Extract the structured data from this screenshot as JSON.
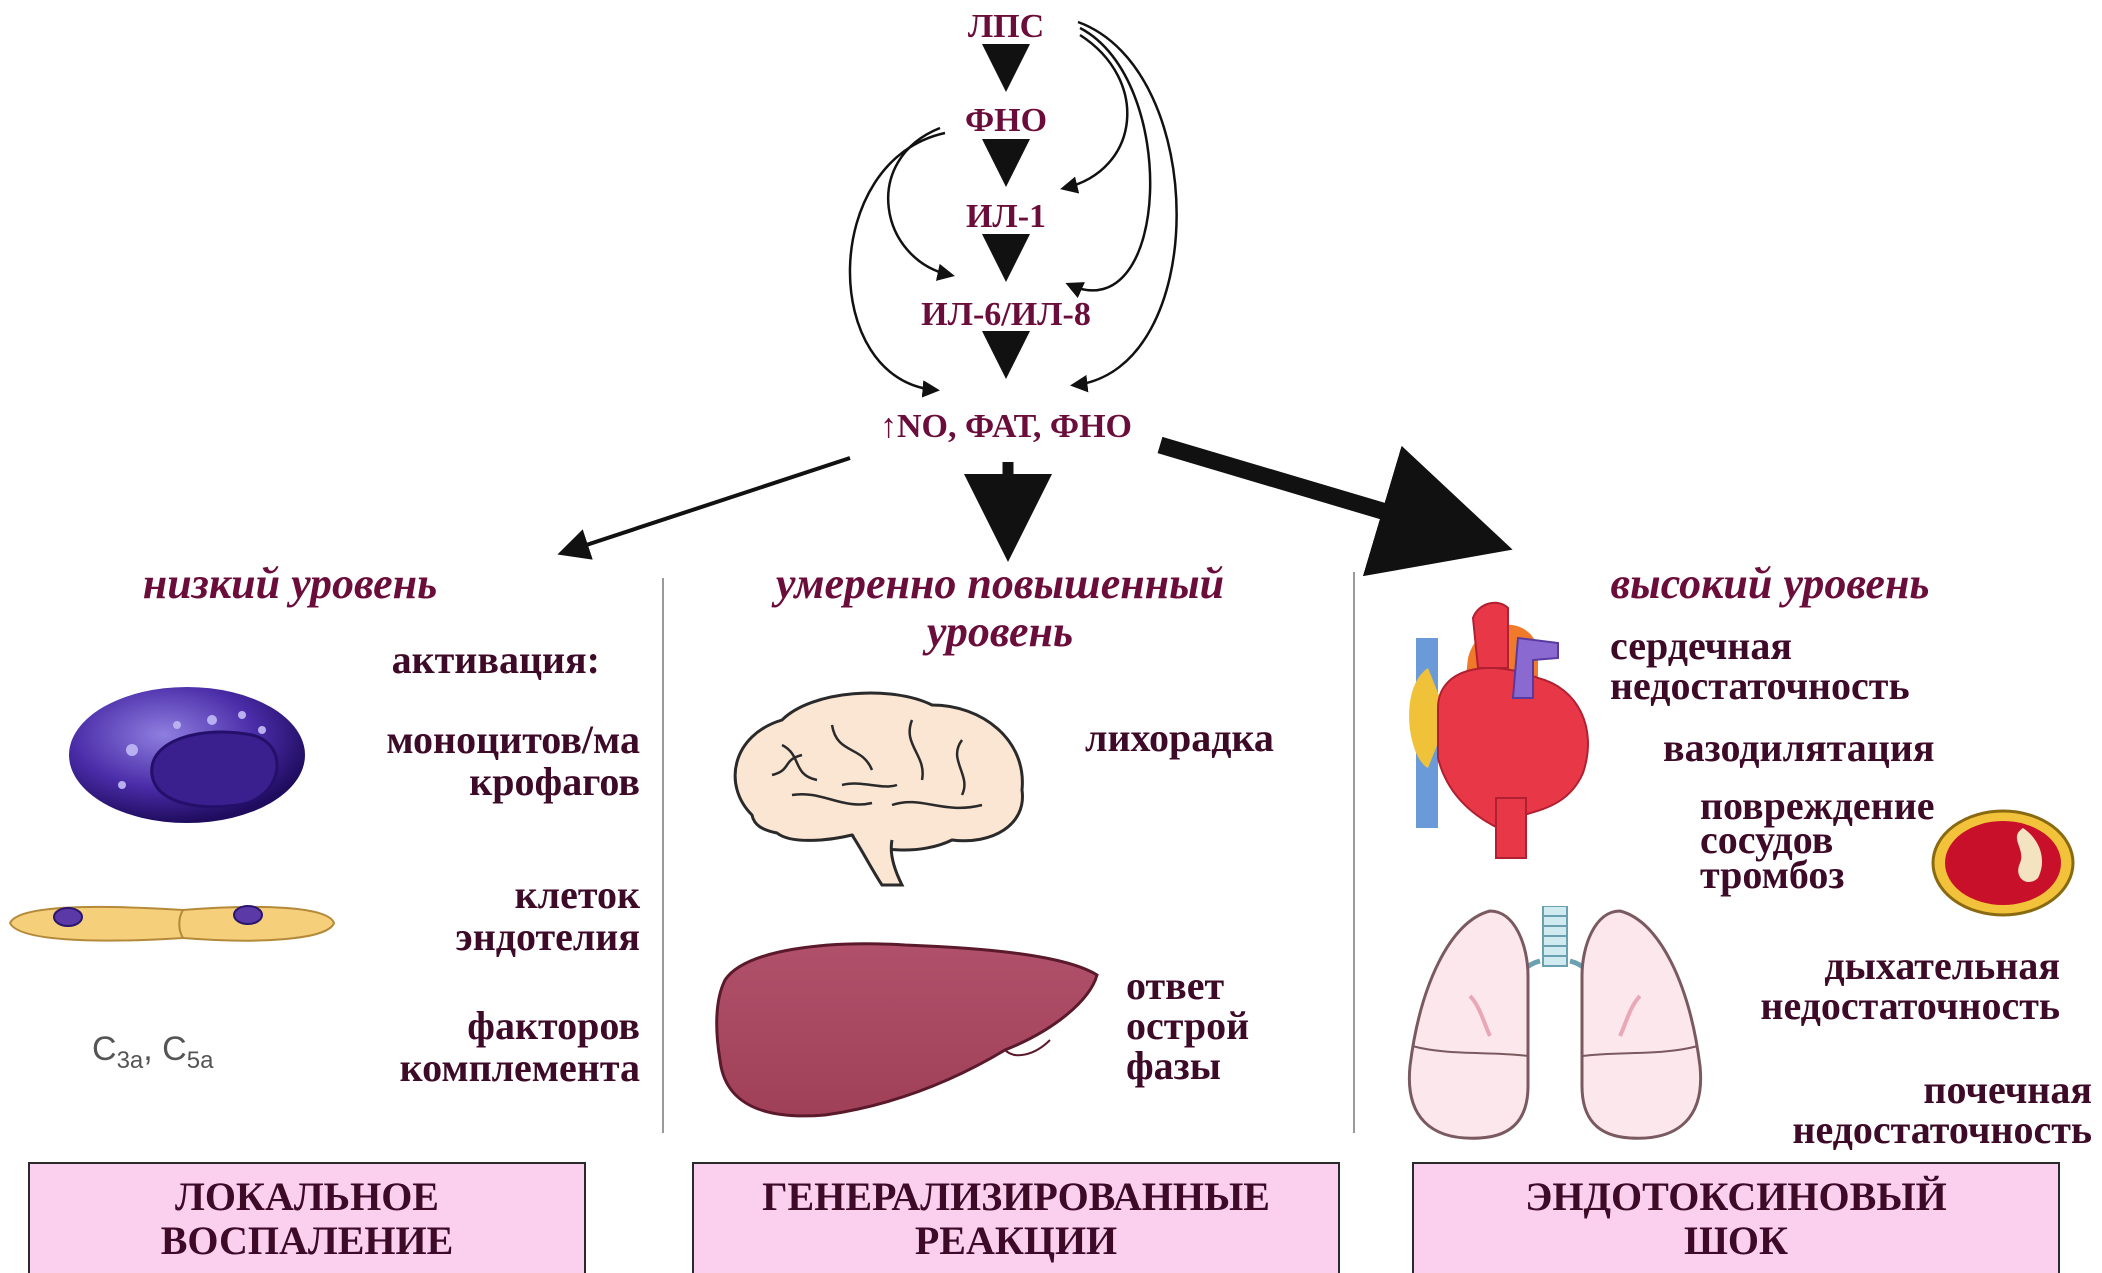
{
  "cascade": {
    "lps": "ЛПС",
    "fno": "ФНО",
    "il1": "ИЛ-1",
    "il6_8": "ИЛ-6/ИЛ-8",
    "mediators": "↑NO, ФАТ, ФНО"
  },
  "columns": {
    "low": {
      "heading": "низкий уровень",
      "activation": "активация:",
      "monocytes_line1": "моноцитов/ма",
      "monocytes_line2": "крофагов",
      "endothelium_line1": "клеток",
      "endothelium_line2": "эндотелия",
      "complement_line1": "факторов",
      "complement_line2": "комплемента",
      "c3a": "C",
      "c3a_sub": "3a",
      "comma": ",",
      "c5a": "C",
      "c5a_sub": "5a",
      "box_line1": "ЛОКАЛЬНОЕ",
      "box_line2": "ВОСПАЛЕНИЕ"
    },
    "moderate": {
      "heading_line1": "умеренно  повышенный",
      "heading_line2": "уровень",
      "fever": "лихорадка",
      "acute_line1": "ответ",
      "acute_line2": "острой",
      "acute_line3": "фазы",
      "box_line1": "ГЕНЕРАЛИЗИРОВАННЫЕ",
      "box_line2": "РЕАКЦИИ"
    },
    "high": {
      "heading": "высокий уровень",
      "heart_line1": "сердечная",
      "heart_line2": "недостаточность",
      "vasodilation": "вазодилятация",
      "vessel_line1": "повреждение",
      "vessel_line2": "сосудов",
      "vessel_line3": "тромбоз",
      "resp_line1": "дыхательная",
      "resp_line2": "недостаточность",
      "renal_line1": "почечная",
      "renal_line2": "недостаточность",
      "box_line1": "ЭНДОТОКСИНОВЫЙ",
      "box_line2": "ШОК"
    }
  },
  "colors": {
    "text_dark": "#3d0a28",
    "heading": "#6b0d3a",
    "box_fill": "#fbd0ef",
    "arrow": "#111111"
  },
  "icons": [
    "monocyte-icon",
    "endothelial-cells-icon",
    "brain-icon",
    "liver-icon",
    "heart-icon",
    "blood-vessel-icon",
    "lungs-icon"
  ]
}
